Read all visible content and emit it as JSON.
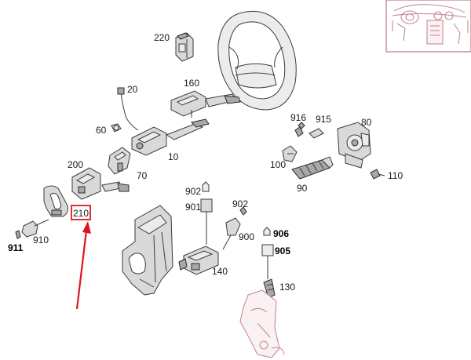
{
  "labels": {
    "p220": "220",
    "p20": "20",
    "p160": "160",
    "p60": "60",
    "p10": "10",
    "p200": "200",
    "p70": "70",
    "p210": "210",
    "p910": "910",
    "p911": "911",
    "p916": "916",
    "p915": "915",
    "p80": "80",
    "p100": "100",
    "p110": "110",
    "p90": "90",
    "p902a": "902",
    "p901": "901",
    "p902b": "902",
    "p900": "900",
    "p906": "906",
    "p905": "905",
    "p140": "140",
    "p130": "130"
  },
  "highlight": {
    "color": "#e0141e",
    "target": "210"
  },
  "accent_color": "#c98a97"
}
